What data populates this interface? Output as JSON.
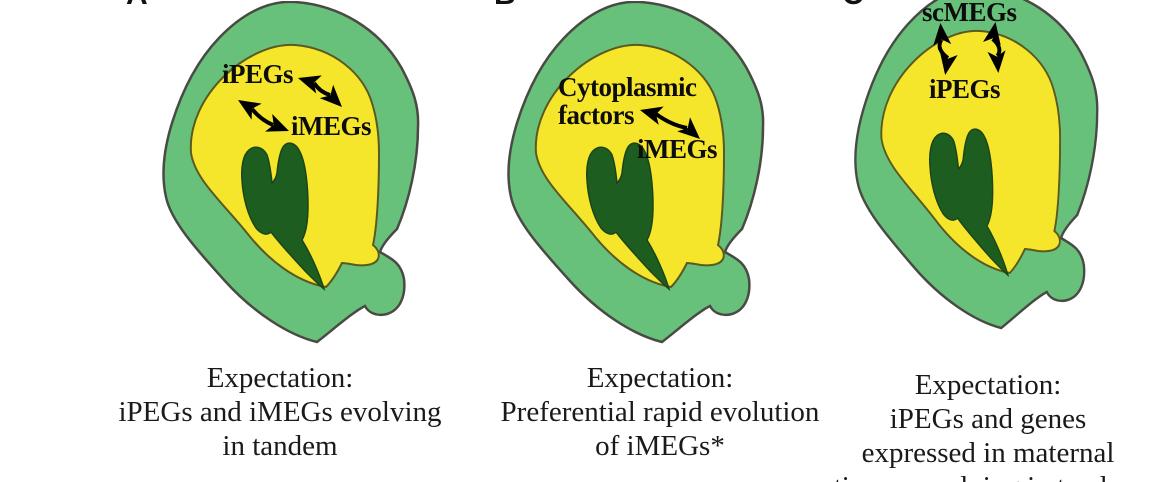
{
  "colors": {
    "coat_green": "#68c17a",
    "endosperm_yellow": "#f6e62b",
    "embryo_green": "#1d5e20"
  },
  "panels": [
    {
      "letter": "A",
      "labels": {
        "top": "iPEGs",
        "bottom": "iMEGs"
      },
      "caption_lines": [
        "Expectation:",
        "iPEGs and iMEGs evolving",
        "in tandem"
      ]
    },
    {
      "letter": "B",
      "labels": {
        "top_line1": "Cytoplasmic",
        "top_line2": "factors",
        "bottom": "iMEGs"
      },
      "caption_lines": [
        "Expectation:",
        "Preferential rapid evolution",
        "of iMEGs*"
      ]
    },
    {
      "letter": "C",
      "labels": {
        "top": "scMEGs",
        "bottom": "iPEGs"
      },
      "caption_lines": [
        "Expectation:",
        "iPEGs and genes",
        "expressed in maternal",
        "tissues evolving in tandem"
      ]
    }
  ]
}
